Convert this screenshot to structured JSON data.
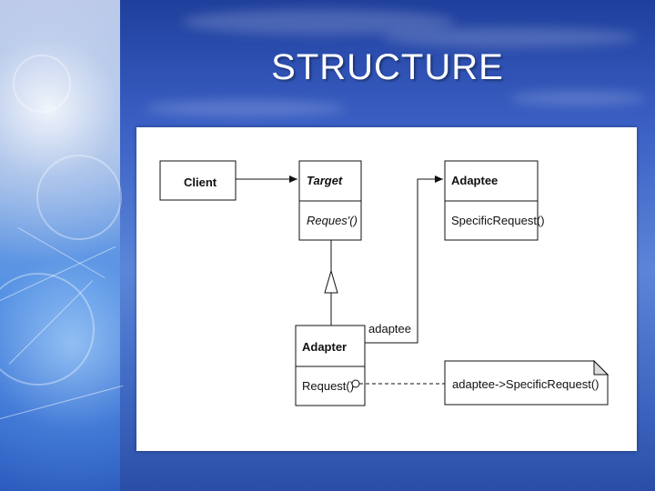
{
  "slide": {
    "title": "STRUCTURE"
  },
  "diagram": {
    "client": {
      "name": "Client"
    },
    "target": {
      "name": "Target",
      "operation": "Reques'()"
    },
    "adaptee": {
      "name": "Adaptee",
      "operation": "SpecificRequest()"
    },
    "adapter": {
      "name": "Adapter",
      "operation": "Request()"
    },
    "association_label": "adaptee",
    "note": {
      "text": "adaptee->SpecificRequest()"
    }
  }
}
